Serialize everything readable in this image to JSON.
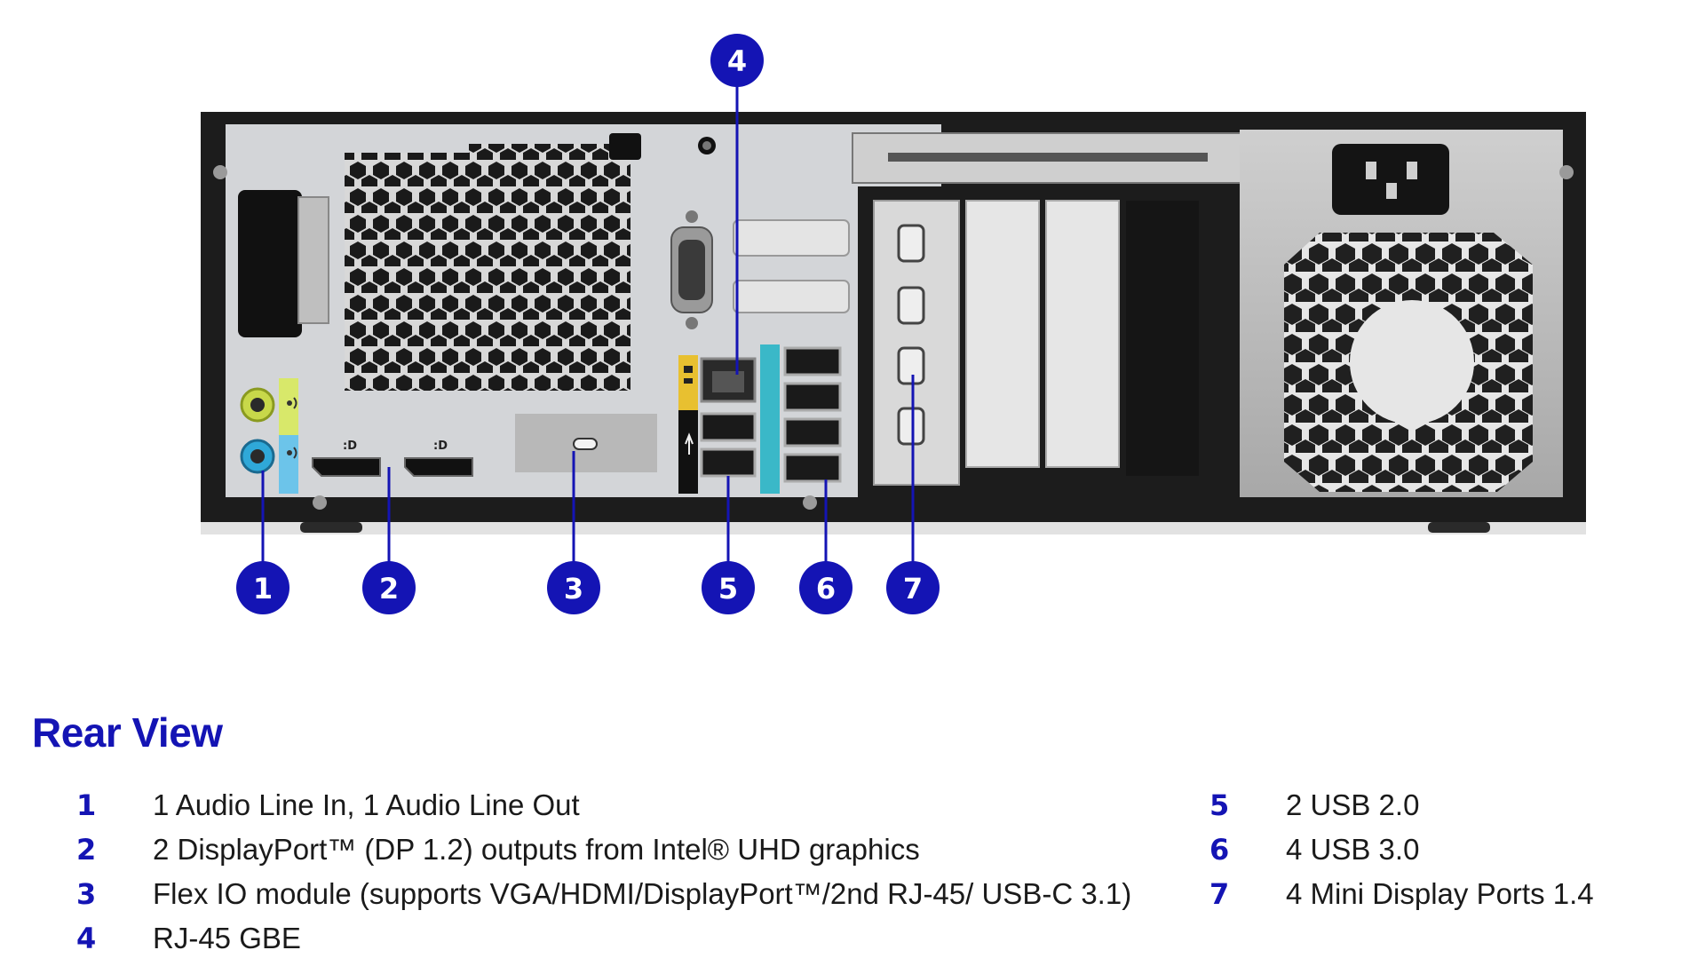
{
  "title": "Rear View",
  "icons": {
    "audio_in": "audio-line-in-icon",
    "audio_out": "audio-line-out-icon",
    "displayport": "displayport-icon",
    "usb": "usb-icon",
    "network": "network-icon",
    "power": "power-socket-icon"
  },
  "colors": {
    "callout_fill": "#1414b4",
    "chassis": "#1c1c1c",
    "panel": "#d3d5d8",
    "audio_in_green": "#c8d84a",
    "audio_out_blue": "#2fa8d8",
    "usb3_teal": "#3ab8c8",
    "rj45_yellow": "#e8c030"
  },
  "callouts": [
    {
      "num": "1"
    },
    {
      "num": "2"
    },
    {
      "num": "3"
    },
    {
      "num": "4"
    },
    {
      "num": "5"
    },
    {
      "num": "6"
    },
    {
      "num": "7"
    }
  ],
  "legend_left": [
    {
      "num": "1",
      "text": "1 Audio Line In, 1 Audio Line Out"
    },
    {
      "num": "2",
      "text": "2 DisplayPort™ (DP 1.2) outputs from Intel® UHD graphics"
    },
    {
      "num": "3",
      "text": "Flex IO module (supports VGA/HDMI/DisplayPort™/2nd RJ-45/ USB-C 3.1)"
    },
    {
      "num": "4",
      "text": "RJ-45 GBE"
    }
  ],
  "legend_right": [
    {
      "num": "5",
      "text": "2 USB 2.0"
    },
    {
      "num": "6",
      "text": "4 USB 3.0"
    },
    {
      "num": "7",
      "text": "4 Mini Display Ports 1.4"
    }
  ]
}
